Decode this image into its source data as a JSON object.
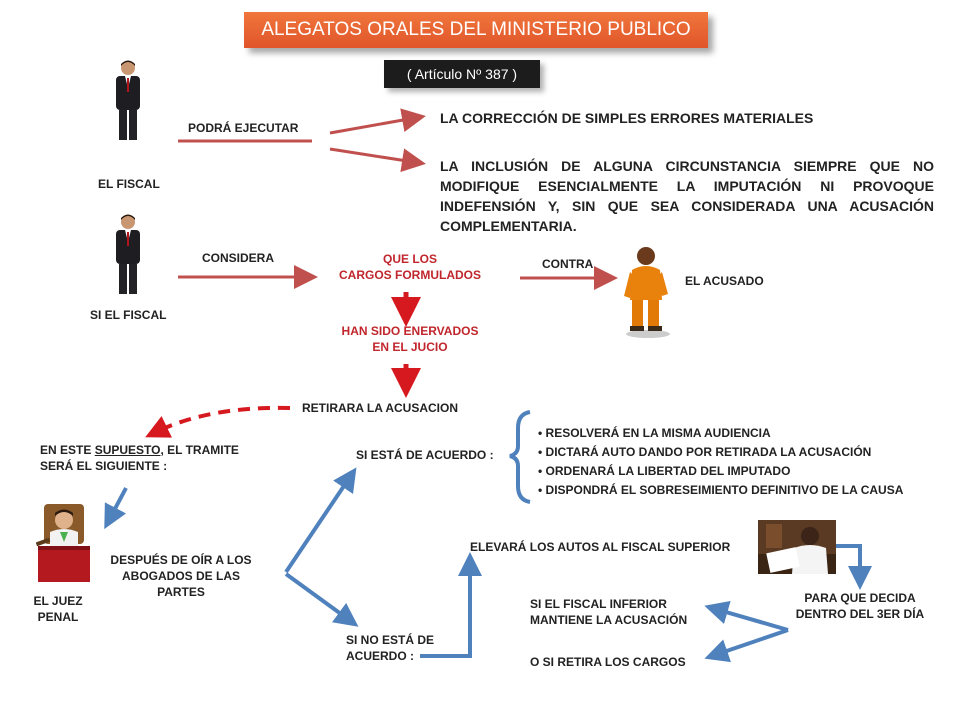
{
  "title": "ALEGATOS ORALES DEL MINISTERIO PUBLICO",
  "subtitle": "( Artículo Nº 387 )",
  "fiscal": {
    "label": "EL FISCAL",
    "verb": "PODRÁ EJECUTAR",
    "option1": "LA CORRECCIÓN DE SIMPLES ERRORES MATERIALES",
    "option2": "LA INCLUSIÓN DE ALGUNA CIRCUNSTANCIA SIEMPRE QUE NO MODIFIQUE ESENCIALMENTE LA IMPUTACIÓN NI PROVOQUE INDEFENSIÓN Y, SIN QUE SEA CONSIDERADA UNA ACUSACIÓN COMPLEMENTARIA."
  },
  "si_fiscal": {
    "label": "SI EL FISCAL",
    "verb": "CONSIDERA",
    "cargos_line1": "QUE LOS",
    "cargos_line2": "CARGOS FORMULADOS",
    "contra": "CONTRA",
    "acusado": "EL ACUSADO",
    "enervados_line1": "HAN SIDO ENERVADOS",
    "enervados_line2": "EN EL JUCIO",
    "retirara": "RETIRARA LA ACUSACION"
  },
  "supuesto": {
    "prefix": "EN ESTE ",
    "underlined": "SUPUESTO",
    "suffix": ", EL TRAMITE",
    "line2": "SERÁ EL SIGUIENTE :"
  },
  "juez": {
    "line1": "EL JUEZ",
    "line2": "PENAL",
    "despues": "DESPUÉS DE OÍR A LOS ABOGADOS DE LAS PARTES"
  },
  "acuerdo": {
    "si": "SI ESTÁ DE ACUERDO :",
    "no": "SI NO ESTÁ DE ACUERDO :",
    "resolutions": [
      "RESOLVERÁ EN LA MISMA AUDIENCIA",
      "DICTARÁ AUTO DANDO POR RETIRADA LA ACUSACIÓN",
      "ORDENARÁ LA LIBERTAD DEL IMPUTADO",
      "DISPONDRÁ EL SOBRESEIMIENTO DEFINITIVO DE LA CAUSA"
    ]
  },
  "superior": {
    "elevara": "ELEVARÁ LOS AUTOS AL FISCAL SUPERIOR",
    "decida": "PARA QUE DECIDA DENTRO DEL 3ER DÍA",
    "mantiene": "SI EL FISCAL INFERIOR MANTIENE LA ACUSACIÓN",
    "retira": "O SI RETIRA LOS CARGOS"
  },
  "colors": {
    "title_bg": "#e8622f",
    "red_text": "#c0262c",
    "red_arrow": "#c0504d",
    "blue_arrow": "#4f81bd",
    "dark_red_arrow": "#d6191f"
  }
}
